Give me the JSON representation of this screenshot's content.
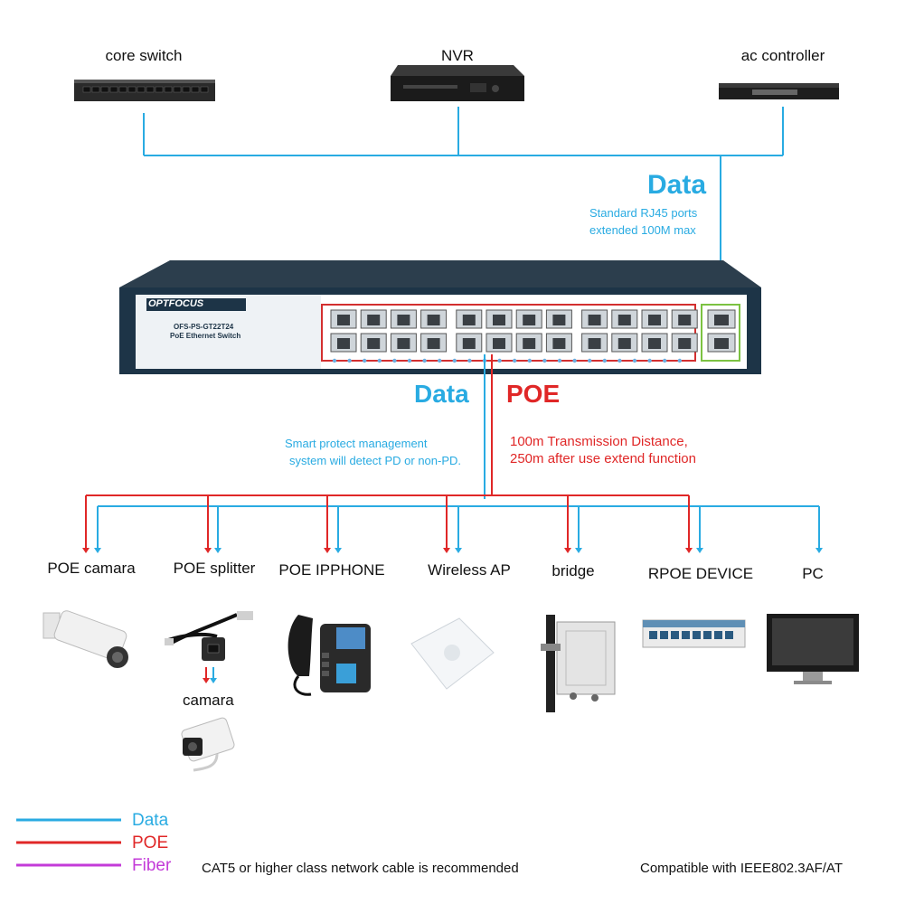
{
  "top_devices": {
    "core_switch": "core switch",
    "nvr": "NVR",
    "ac_controller": "ac controller"
  },
  "uplink": {
    "title": "Data",
    "note_line1": "Standard RJ45 ports",
    "note_line2": "extended 100M max"
  },
  "switch": {
    "brand": "OPTFOCUS",
    "model": "OFS-PS-GT22T24",
    "subtitle": "PoE Ethernet Switch"
  },
  "downlink": {
    "data_title": "Data",
    "poe_title": "POE",
    "data_note_line1": "Smart protect management",
    "data_note_line2": "system will detect PD or non-PD.",
    "poe_note_line1": "100m Transmission Distance,",
    "poe_note_line2": "250m after use extend function"
  },
  "endpoints": [
    {
      "label": "POE camara"
    },
    {
      "label": "POE splitter"
    },
    {
      "label": "POE IPPHONE"
    },
    {
      "label": "Wireless AP"
    },
    {
      "label": "bridge"
    },
    {
      "label": "RPOE DEVICE"
    },
    {
      "label": "PC"
    }
  ],
  "splitter_output": "camara",
  "legend": {
    "data": "Data",
    "poe": "POE",
    "fiber": "Fiber"
  },
  "footer": {
    "cable_note": "CAT5 or higher class network cable is recommended",
    "compat_note": "Compatible with IEEE802.3AF/AT"
  },
  "colors": {
    "data": "#29ABE2",
    "poe": "#E02727",
    "fiber": "#C33BD8",
    "chassis": "#1F3A4D",
    "port_group_border": "#D32F2F",
    "uplink_group_border": "#7CC242"
  }
}
